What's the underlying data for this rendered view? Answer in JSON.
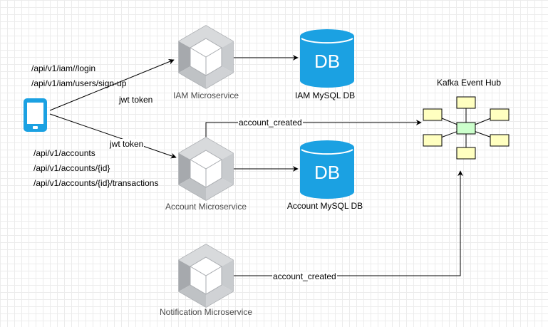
{
  "nodes": {
    "iam_service": {
      "label": "IAM Microservice",
      "icon": "microservice-cube-icon"
    },
    "account_service": {
      "label": "Account Microservice",
      "icon": "microservice-cube-icon"
    },
    "notification_service": {
      "label": "Notification Microservice",
      "icon": "microservice-cube-icon"
    },
    "iam_db": {
      "label": "IAM MySQL DB",
      "icon_text": "DB"
    },
    "account_db": {
      "label": "Account MySQL DB",
      "icon_text": "DB"
    },
    "kafka": {
      "label": "Kafka Event Hub",
      "icon": "event-hub-icon"
    },
    "client": {
      "icon": "mobile-phone-icon"
    }
  },
  "edges": {
    "client_to_iam": {
      "endpoints": [
        "/api/v1/iam//login",
        "/api/v1/iam/users/sign-up"
      ],
      "token": "jwt token"
    },
    "client_to_account": {
      "endpoints": [
        "/api/v1/accounts",
        "/api/v1/accounts/{id}",
        "/api/v1/accounts/{id}/transactions"
      ],
      "token": "jwt token"
    },
    "account_to_kafka": {
      "label": "account_created"
    },
    "notification_to_kafka": {
      "label": "account_created"
    }
  },
  "colors": {
    "db_blue": "#1ba1e2",
    "cube_grey": "#b6b9bd",
    "event_node_fill": "#ffffc0",
    "event_hub_center": "#ccffcc"
  }
}
